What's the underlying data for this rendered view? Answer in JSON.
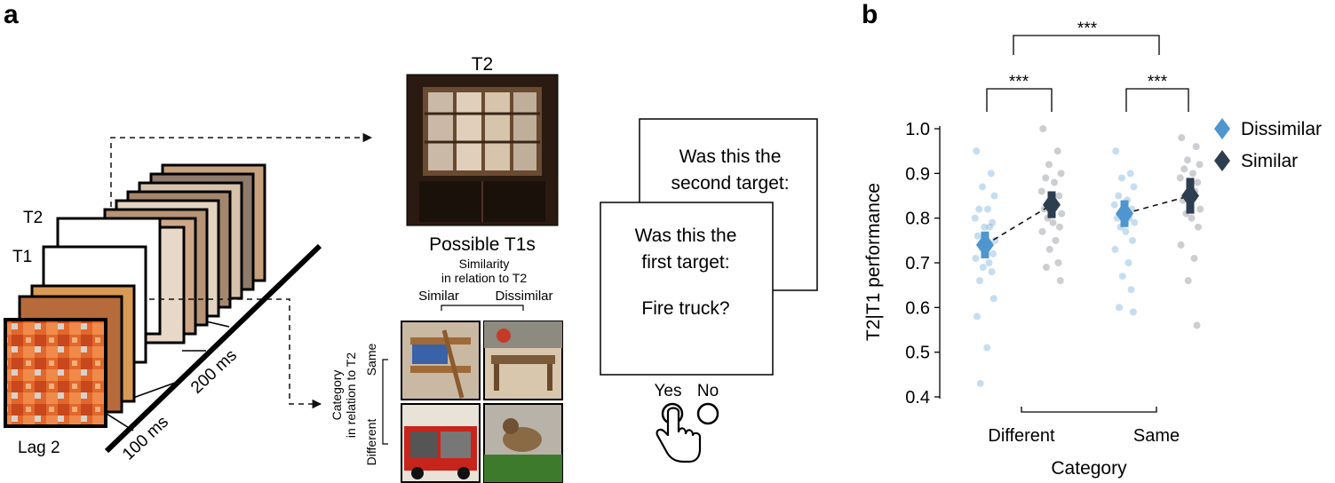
{
  "panel_a": {
    "label": "a",
    "stream": {
      "t2_label": "T2",
      "t1_label": "T1",
      "lag_label": "Lag 2",
      "time_100": "100 ms",
      "time_200": "200 ms"
    },
    "target": {
      "title": "T2",
      "possible_title": "Possible T1s",
      "similarity_line1": "Similarity",
      "similarity_line2": "in relation to T2",
      "col_similar": "Similar",
      "col_dissimilar": "Dissimilar",
      "category_line1": "Category",
      "category_line2": "in relation to T2",
      "row_same": "Same",
      "row_different": "Different"
    },
    "questions": {
      "second_line1": "Was this the",
      "second_line2": "second target:",
      "first_line1": "Was this the",
      "first_line2": "first target:",
      "first_line3": "Fire truck?",
      "yes_label": "Yes",
      "no_label": "No"
    }
  },
  "panel_b": {
    "label": "b",
    "sig_outer": "***",
    "sig_left": "***",
    "sig_right": "***"
  },
  "chart_data": {
    "type": "scatter",
    "xlabel": "Category",
    "ylabel": "T2|T1 performance",
    "categories": [
      "Different",
      "Same"
    ],
    "ylim": [
      0.4,
      1.0
    ],
    "yticks": [
      "0.4",
      "0.5",
      "0.6",
      "0.7",
      "0.8",
      "0.9",
      "1.0"
    ],
    "legend_position": "right",
    "colors": {
      "Dissimilar": "#4f95cf",
      "Similar": "#2d3e50"
    },
    "series": [
      {
        "name": "Dissimilar",
        "means": [
          0.74,
          0.81
        ],
        "ci_low": [
          0.71,
          0.78
        ],
        "ci_high": [
          0.77,
          0.84
        ],
        "points": [
          [
            0.95,
            0.9,
            0.87,
            0.85,
            0.82,
            0.82,
            0.8,
            0.79,
            0.78,
            0.78,
            0.76,
            0.75,
            0.74,
            0.73,
            0.72,
            0.71,
            0.7,
            0.69,
            0.68,
            0.66,
            0.62,
            0.58,
            0.51,
            0.43
          ],
          [
            0.95,
            0.9,
            0.89,
            0.87,
            0.85,
            0.84,
            0.83,
            0.82,
            0.81,
            0.8,
            0.8,
            0.79,
            0.78,
            0.77,
            0.75,
            0.73,
            0.7,
            0.67,
            0.64,
            0.6,
            0.59
          ]
        ]
      },
      {
        "name": "Similar",
        "means": [
          0.83,
          0.85
        ],
        "ci_low": [
          0.8,
          0.81
        ],
        "ci_high": [
          0.86,
          0.89
        ],
        "points": [
          [
            1.0,
            0.95,
            0.92,
            0.9,
            0.89,
            0.88,
            0.86,
            0.85,
            0.84,
            0.83,
            0.82,
            0.81,
            0.8,
            0.79,
            0.78,
            0.77,
            0.75,
            0.73,
            0.7,
            0.69,
            0.66
          ],
          [
            0.98,
            0.96,
            0.93,
            0.92,
            0.91,
            0.9,
            0.89,
            0.88,
            0.87,
            0.86,
            0.84,
            0.82,
            0.81,
            0.8,
            0.78,
            0.74,
            0.71,
            0.66,
            0.56
          ]
        ]
      }
    ]
  }
}
